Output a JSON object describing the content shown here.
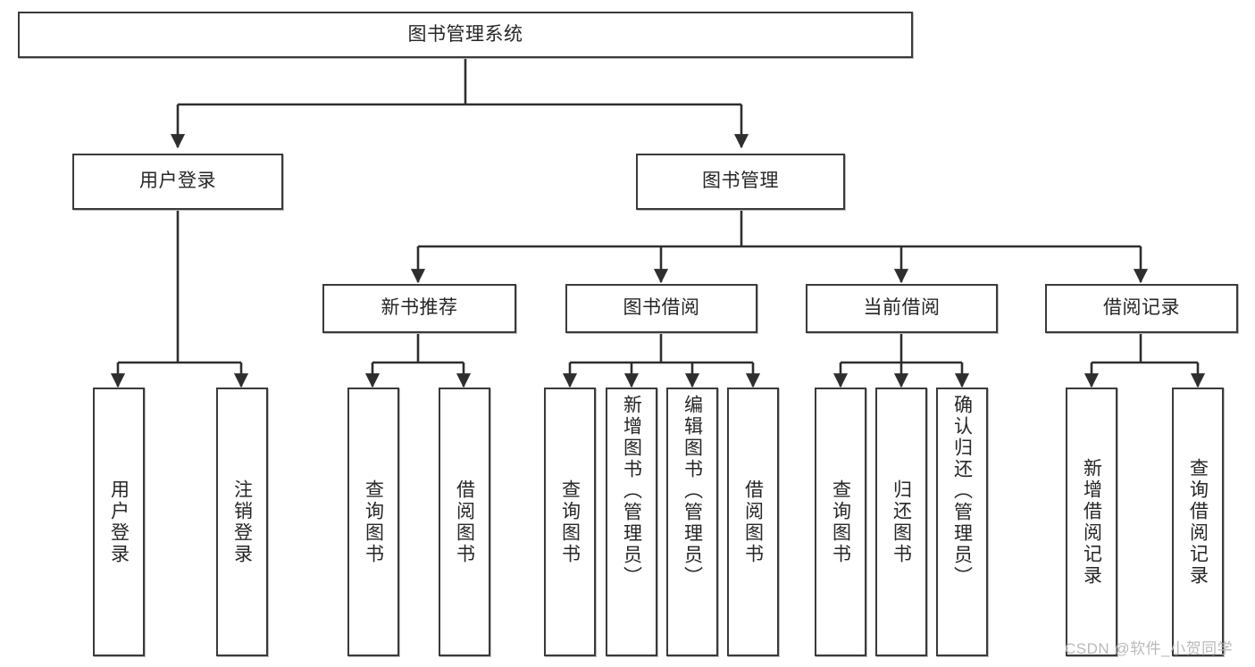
{
  "diagram": {
    "type": "tree",
    "title": "图书管理系统",
    "root": {
      "label": "图书管理系统"
    },
    "level2": [
      {
        "label": "用户登录"
      },
      {
        "label": "图书管理"
      }
    ],
    "level3": [
      {
        "label": "新书推荐"
      },
      {
        "label": "图书借阅"
      },
      {
        "label": "当前借阅"
      },
      {
        "label": "借阅记录"
      }
    ],
    "leaves": {
      "user_login": [
        {
          "label": "用户登录"
        },
        {
          "label": "注销登录"
        }
      ],
      "new_book_recommend": [
        {
          "label": "查询图书"
        },
        {
          "label": "借阅图书"
        }
      ],
      "book_borrow": [
        {
          "label": "查询图书"
        },
        {
          "label": "新增图书（管理员）"
        },
        {
          "label": "编辑图书（管理员）"
        },
        {
          "label": "借阅图书"
        }
      ],
      "current_borrow": [
        {
          "label": "查询图书"
        },
        {
          "label": "归还图书"
        },
        {
          "label": "确认归还（管理员）"
        }
      ],
      "borrow_record": [
        {
          "label": "新增借阅记录"
        },
        {
          "label": "查询借阅记录"
        }
      ]
    }
  },
  "watermark": {
    "text": "CSDN @软件_小贺同学"
  },
  "colors": {
    "box_border": "#3a3a3a",
    "box_fill": "#ffffff",
    "text": "#262626",
    "connector": "#2e2e2e",
    "watermark": "#b9b9b9"
  }
}
